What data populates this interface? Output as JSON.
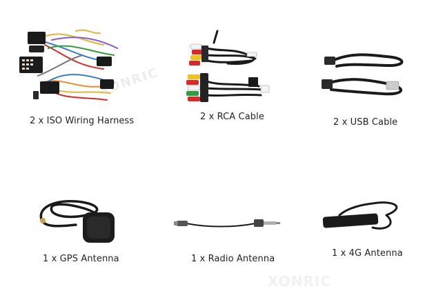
{
  "items": [
    {
      "id": "iso",
      "caption": "2 x ISO Wiring Harness",
      "icon": "wiring-harness"
    },
    {
      "id": "rca",
      "caption": "2 x RCA Cable",
      "icon": "rca-cable"
    },
    {
      "id": "usb",
      "caption": "2 x USB Cable",
      "icon": "usb-cable"
    },
    {
      "id": "gps",
      "caption": "1 x GPS Antenna",
      "icon": "gps-antenna"
    },
    {
      "id": "radio",
      "caption": "1 x Radio Antenna",
      "icon": "radio-antenna"
    },
    {
      "id": "lte",
      "caption": "1 x 4G Antenna",
      "icon": "4g-antenna"
    }
  ],
  "watermark": {
    "text": "XONRIC"
  },
  "colors": {
    "cable": "#1a1a1a",
    "red": "#d62b2b",
    "yellow": "#f2c21b",
    "white": "#f4f4f4",
    "green": "#2f9e3f",
    "caption": "#222222"
  }
}
